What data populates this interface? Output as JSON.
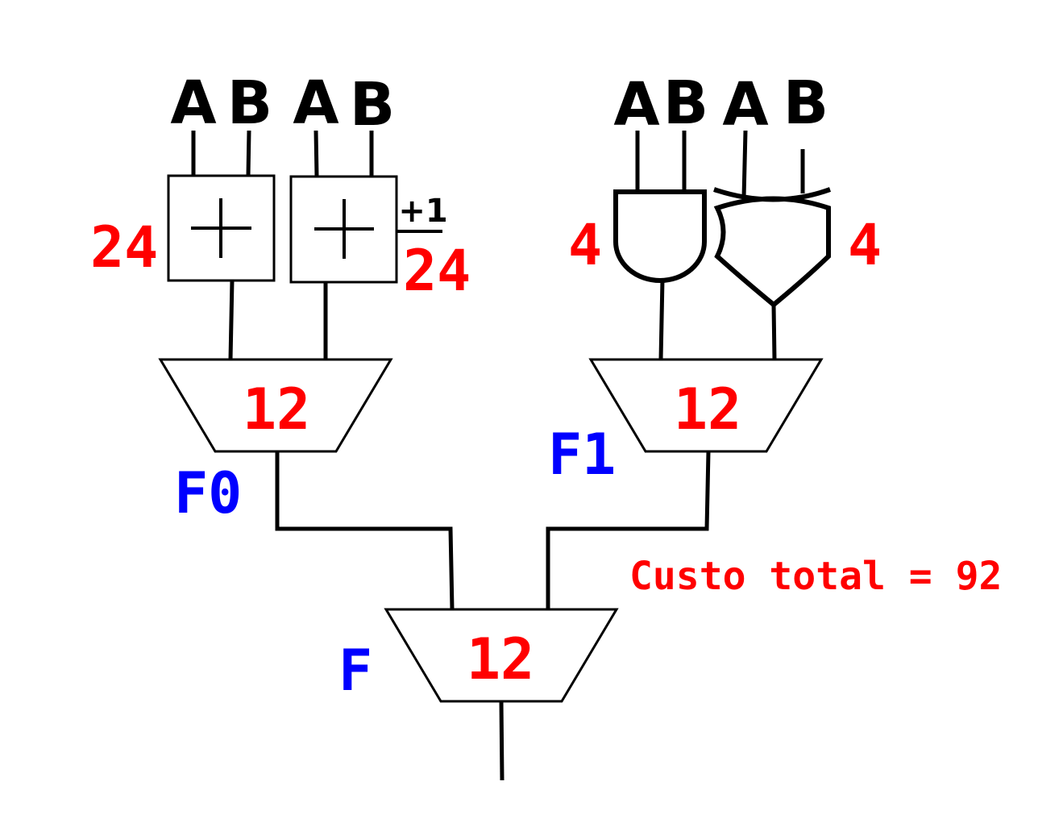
{
  "inputs": {
    "adder1_a": "A",
    "adder1_b": "B",
    "adder2_a": "A",
    "adder2_b": "B",
    "and_a": "A",
    "and_b": "B",
    "xor_a": "A",
    "xor_b": "B"
  },
  "adder1": {
    "symbol": "+",
    "cost": "24"
  },
  "adder2": {
    "symbol": "+",
    "carry_in": "+1",
    "cost": "24"
  },
  "and_gate": {
    "cost": "4"
  },
  "xor_gate": {
    "cost": "4"
  },
  "mux_f0": {
    "cost": "12",
    "label": "F0"
  },
  "mux_f1": {
    "cost": "12",
    "label": "F1"
  },
  "mux_f": {
    "cost": "12",
    "label": "F"
  },
  "total": "Custo total = 92",
  "colors": {
    "cost": "#ff0000",
    "signal": "#0000ff",
    "line": "#000000"
  }
}
